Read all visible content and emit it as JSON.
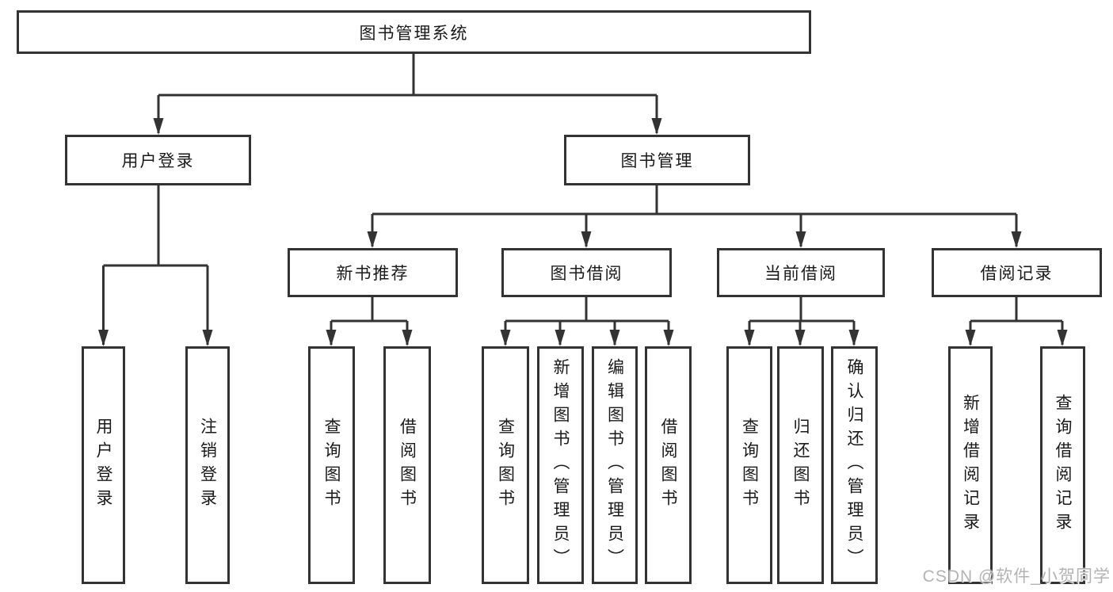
{
  "diagram": {
    "title_node": {
      "label": "图书管理系统"
    },
    "level2": {
      "user_login": {
        "label": "用户登录"
      },
      "book_management": {
        "label": "图书管理"
      }
    },
    "level3": {
      "new_book_recommend": {
        "label": "新书推荐"
      },
      "book_borrow": {
        "label": "图书借阅"
      },
      "current_borrow": {
        "label": "当前借阅"
      },
      "borrow_records": {
        "label": "借阅记录"
      }
    },
    "leaves": {
      "user_login": {
        "label": "用户登录"
      },
      "logout": {
        "label": "注销登录"
      },
      "query_book_1": {
        "label": "查询图书"
      },
      "borrow_book_1": {
        "label": "借阅图书"
      },
      "query_book_2": {
        "label": "查询图书"
      },
      "add_book_admin": {
        "label": "新增图书（管理员）"
      },
      "edit_book_admin": {
        "label": "编辑图书（管理员）"
      },
      "borrow_book_2": {
        "label": "借阅图书"
      },
      "query_book_3": {
        "label": "查询图书"
      },
      "return_book": {
        "label": "归还图书"
      },
      "confirm_return_admin": {
        "label": "确认归还（管理员）"
      },
      "add_borrow_record": {
        "label": "新增借阅记录"
      },
      "query_borrow_record": {
        "label": "查询借阅记录"
      }
    },
    "colors": {
      "line": "#333333",
      "text": "#1a1a1a",
      "background": "#ffffff",
      "watermark": "#b3b3b3"
    }
  },
  "watermark": {
    "text": "CSDN @软件_小贺同学"
  }
}
